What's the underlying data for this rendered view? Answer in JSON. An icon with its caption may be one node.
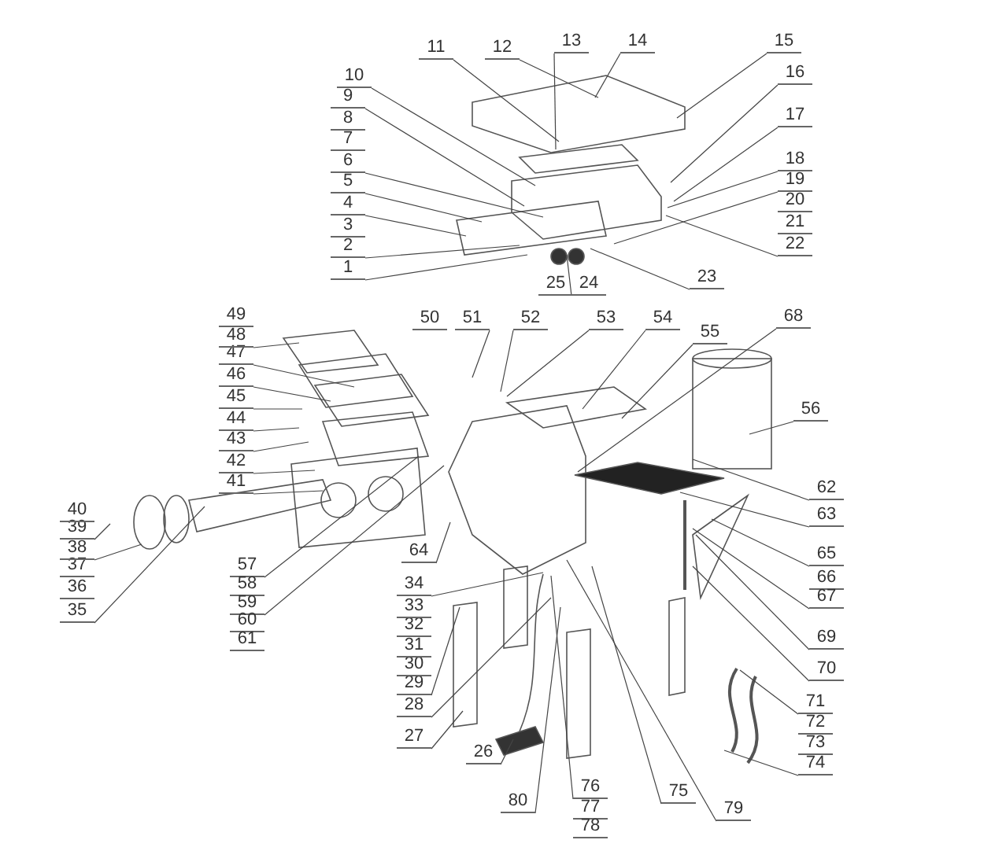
{
  "diagram": {
    "nodes": [
      {
        "text": [
          "1"
        ]
      },
      {
        "text": [
          "2"
        ]
      },
      {
        "text": [
          "3"
        ]
      },
      {
        "text": [
          "4"
        ]
      },
      {
        "text": [
          "5"
        ]
      },
      {
        "text": [
          "6"
        ]
      },
      {
        "text": [
          "7"
        ]
      },
      {
        "text": [
          "8"
        ]
      },
      {
        "text": [
          "9"
        ]
      },
      {
        "text": [
          "10"
        ]
      },
      {
        "text": [
          "11"
        ]
      },
      {
        "text": [
          "12"
        ]
      },
      {
        "text": [
          "13"
        ]
      },
      {
        "text": [
          "14"
        ]
      },
      {
        "text": [
          "15"
        ]
      },
      {
        "text": [
          "16"
        ]
      },
      {
        "text": [
          "17"
        ]
      },
      {
        "text": [
          "18"
        ]
      },
      {
        "text": [
          "19"
        ]
      },
      {
        "text": [
          "20"
        ]
      },
      {
        "text": [
          "21"
        ]
      },
      {
        "text": [
          "22"
        ]
      },
      {
        "text": [
          "23"
        ]
      },
      {
        "text": [
          "24"
        ]
      },
      {
        "text": [
          "25"
        ]
      },
      {
        "text": [
          "26"
        ]
      },
      {
        "text": [
          "27"
        ]
      },
      {
        "text": [
          "28"
        ]
      },
      {
        "text": [
          "29"
        ]
      },
      {
        "text": [
          "30"
        ]
      },
      {
        "text": [
          "31"
        ]
      },
      {
        "text": [
          "32"
        ]
      },
      {
        "text": [
          "33"
        ]
      },
      {
        "text": [
          "34"
        ]
      },
      {
        "text": [
          "35"
        ]
      },
      {
        "text": [
          "36"
        ]
      },
      {
        "text": [
          "37"
        ]
      },
      {
        "text": [
          "38"
        ]
      },
      {
        "text": [
          "39"
        ]
      },
      {
        "text": [
          "40"
        ]
      },
      {
        "text": [
          "41"
        ]
      },
      {
        "text": [
          "42"
        ]
      },
      {
        "text": [
          "43"
        ]
      },
      {
        "text": [
          "44"
        ]
      },
      {
        "text": [
          "45"
        ]
      },
      {
        "text": [
          "46"
        ]
      },
      {
        "text": [
          "47"
        ]
      },
      {
        "text": [
          "48"
        ]
      },
      {
        "text": [
          "49"
        ]
      },
      {
        "text": [
          "50"
        ]
      },
      {
        "text": [
          "51"
        ]
      },
      {
        "text": [
          "52"
        ]
      },
      {
        "text": [
          "53"
        ]
      },
      {
        "text": [
          "54"
        ]
      },
      {
        "text": [
          "55"
        ]
      },
      {
        "text": [
          "56"
        ]
      },
      {
        "text": [
          "57"
        ]
      },
      {
        "text": [
          "58"
        ]
      },
      {
        "text": [
          "59"
        ]
      },
      {
        "text": [
          "60"
        ]
      },
      {
        "text": [
          "61"
        ]
      },
      {
        "text": [
          "62"
        ]
      },
      {
        "text": [
          "63"
        ]
      },
      {
        "text": [
          "64"
        ]
      },
      {
        "text": [
          "65"
        ]
      },
      {
        "text": [
          "66"
        ]
      },
      {
        "text": [
          "67"
        ]
      },
      {
        "text": [
          "68"
        ]
      },
      {
        "text": [
          "69"
        ]
      },
      {
        "text": [
          "70"
        ]
      },
      {
        "text": [
          "71"
        ]
      },
      {
        "text": [
          "72"
        ]
      },
      {
        "text": [
          "73"
        ]
      },
      {
        "text": [
          "74"
        ]
      },
      {
        "text": [
          "75"
        ]
      },
      {
        "text": [
          "76"
        ]
      },
      {
        "text": [
          "77"
        ]
      },
      {
        "text": [
          "78"
        ]
      },
      {
        "text": [
          "79"
        ]
      },
      {
        "text": [
          "80"
        ]
      }
    ],
    "edges": [
      {
        "from": 0,
        "to": null,
        "arrow": "none"
      },
      {
        "from": 1,
        "to": null,
        "arrow": "none"
      },
      {
        "from": 3,
        "to": null,
        "arrow": "none"
      },
      {
        "from": 4,
        "to": null,
        "arrow": "none"
      },
      {
        "from": 5,
        "to": null,
        "arrow": "none"
      },
      {
        "from": 8,
        "to": null,
        "arrow": "none"
      },
      {
        "from": 9,
        "to": null,
        "arrow": "none"
      },
      {
        "from": 10,
        "to": null,
        "arrow": "none"
      },
      {
        "from": 11,
        "to": null,
        "arrow": "none"
      },
      {
        "from": 12,
        "to": null,
        "arrow": "none"
      },
      {
        "from": 13,
        "to": null,
        "arrow": "none"
      },
      {
        "from": 14,
        "to": null,
        "arrow": "none"
      },
      {
        "from": 15,
        "to": null,
        "arrow": "none"
      },
      {
        "from": 16,
        "to": null,
        "arrow": "none"
      },
      {
        "from": 17,
        "to": null,
        "arrow": "none"
      },
      {
        "from": 18,
        "to": null,
        "arrow": "none"
      },
      {
        "from": 21,
        "to": null,
        "arrow": "none"
      },
      {
        "from": 22,
        "to": null,
        "arrow": "none"
      },
      {
        "from": 23,
        "to": null,
        "arrow": "none"
      },
      {
        "from": 25,
        "to": null,
        "arrow": "none"
      },
      {
        "from": 26,
        "to": null,
        "arrow": "none"
      },
      {
        "from": 27,
        "to": null,
        "arrow": "none"
      },
      {
        "from": 28,
        "to": null,
        "arrow": "none"
      },
      {
        "from": 33,
        "to": null,
        "arrow": "none"
      },
      {
        "from": 34,
        "to": null,
        "arrow": "none"
      },
      {
        "from": 37,
        "to": null,
        "arrow": "none"
      },
      {
        "from": 38,
        "to": null,
        "arrow": "none"
      },
      {
        "from": 40,
        "to": null,
        "arrow": "none"
      },
      {
        "from": 41,
        "to": null,
        "arrow": "none"
      },
      {
        "from": 42,
        "to": null,
        "arrow": "none"
      },
      {
        "from": 43,
        "to": null,
        "arrow": "none"
      },
      {
        "from": 44,
        "to": null,
        "arrow": "none"
      },
      {
        "from": 45,
        "to": null,
        "arrow": "none"
      },
      {
        "from": 46,
        "to": null,
        "arrow": "none"
      },
      {
        "from": 47,
        "to": null,
        "arrow": "none"
      },
      {
        "from": 50,
        "to": null,
        "arrow": "none"
      },
      {
        "from": 51,
        "to": null,
        "arrow": "none"
      },
      {
        "from": 52,
        "to": null,
        "arrow": "none"
      },
      {
        "from": 53,
        "to": null,
        "arrow": "none"
      },
      {
        "from": 54,
        "to": null,
        "arrow": "none"
      },
      {
        "from": 55,
        "to": null,
        "arrow": "none"
      },
      {
        "from": 56,
        "to": null,
        "arrow": "none"
      },
      {
        "from": 58,
        "to": null,
        "arrow": "none"
      },
      {
        "from": 61,
        "to": null,
        "arrow": "none"
      },
      {
        "from": 62,
        "to": null,
        "arrow": "none"
      },
      {
        "from": 63,
        "to": null,
        "arrow": "none"
      },
      {
        "from": 64,
        "to": null,
        "arrow": "none"
      },
      {
        "from": 66,
        "to": null,
        "arrow": "none"
      },
      {
        "from": 67,
        "to": null,
        "arrow": "none"
      },
      {
        "from": 68,
        "to": null,
        "arrow": "none"
      },
      {
        "from": 69,
        "to": null,
        "arrow": "none"
      },
      {
        "from": 70,
        "to": null,
        "arrow": "none"
      },
      {
        "from": 73,
        "to": null,
        "arrow": "none"
      },
      {
        "from": 74,
        "to": null,
        "arrow": "none"
      },
      {
        "from": 75,
        "to": null,
        "arrow": "none"
      },
      {
        "from": 78,
        "to": null,
        "arrow": "none"
      },
      {
        "from": 79,
        "to": null,
        "arrow": "none"
      }
    ]
  }
}
